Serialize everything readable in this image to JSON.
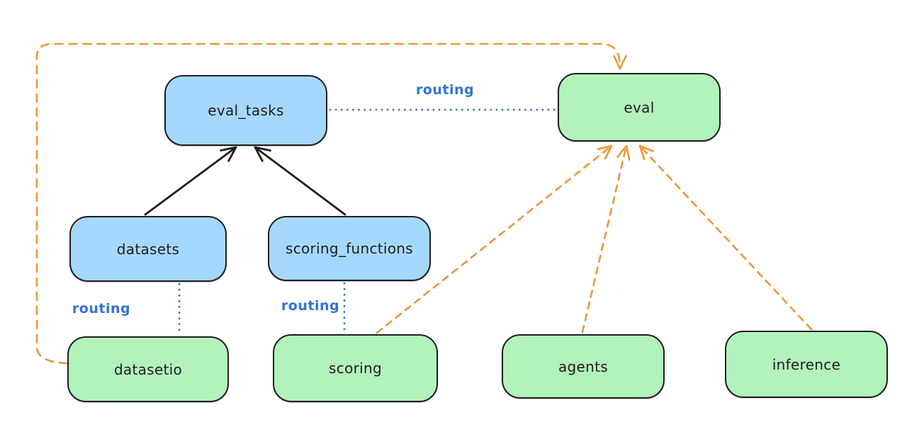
{
  "diagram": {
    "background": "#ffffff",
    "palette": {
      "resource_fill_blue": "#a5d8ff",
      "api_fill_green": "#b2f2bb",
      "stroke_black": "#1e1e1e",
      "routing_blue": "#3372d4",
      "dashed_orange": "#ec9637"
    },
    "nodes": [
      {
        "id": "eval_tasks",
        "label": "eval_tasks",
        "fill": "#a5d8ff"
      },
      {
        "id": "eval",
        "label": "eval",
        "fill": "#b2f2bb"
      },
      {
        "id": "datasets",
        "label": "datasets",
        "fill": "#a5d8ff"
      },
      {
        "id": "scoring_functions",
        "label": "scoring_functions",
        "fill": "#a5d8ff"
      },
      {
        "id": "datasetio",
        "label": "datasetio",
        "fill": "#b2f2bb"
      },
      {
        "id": "scoring",
        "label": "scoring",
        "fill": "#b2f2bb"
      },
      {
        "id": "agents",
        "label": "agents",
        "fill": "#b2f2bb"
      },
      {
        "id": "inference",
        "label": "inference",
        "fill": "#b2f2bb"
      }
    ],
    "edges": [
      {
        "from": "datasets",
        "to": "eval_tasks",
        "style": "solid-arrow",
        "color": "#1e1e1e",
        "label": ""
      },
      {
        "from": "scoring_functions",
        "to": "eval_tasks",
        "style": "solid-arrow",
        "color": "#1e1e1e",
        "label": ""
      },
      {
        "from": "eval_tasks",
        "to": "eval",
        "style": "dotted-line",
        "color": "#3372d4",
        "label": "routing"
      },
      {
        "from": "datasets",
        "to": "datasetio",
        "style": "dotted-line",
        "color": "#3372d4",
        "label": "routing"
      },
      {
        "from": "scoring_functions",
        "to": "scoring",
        "style": "dotted-line",
        "color": "#3372d4",
        "label": "routing"
      },
      {
        "from": "datasetio",
        "to": "eval",
        "style": "dashed-arrow",
        "color": "#ec9637",
        "label": ""
      },
      {
        "from": "scoring",
        "to": "eval",
        "style": "dashed-arrow",
        "color": "#ec9637",
        "label": ""
      },
      {
        "from": "agents",
        "to": "eval",
        "style": "dashed-arrow",
        "color": "#ec9637",
        "label": ""
      },
      {
        "from": "inference",
        "to": "eval",
        "style": "dashed-arrow",
        "color": "#ec9637",
        "label": ""
      }
    ]
  }
}
